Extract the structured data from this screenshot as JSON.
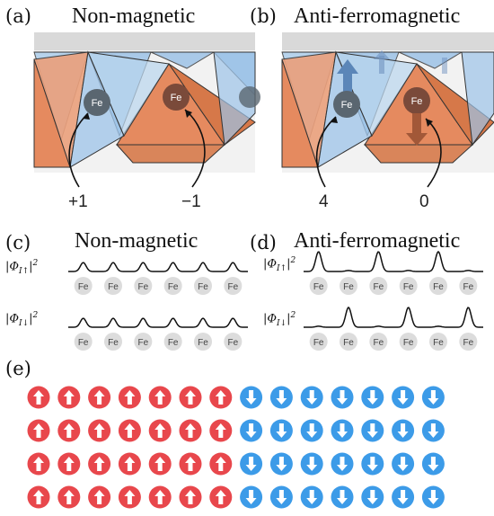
{
  "panels": {
    "a": {
      "label": "(a)",
      "title": "Non-magnetic",
      "fe_label": "Fe",
      "charges": [
        "+1",
        "−1"
      ]
    },
    "b": {
      "label": "(b)",
      "title": "Anti-ferromagnetic",
      "fe_label": "Fe",
      "charges": [
        "4",
        "0"
      ]
    },
    "c": {
      "label": "(c)",
      "title": "Non-magnetic"
    },
    "d": {
      "label": "(d)",
      "title": "Anti-ferromagnetic"
    },
    "e": {
      "label": "(e)"
    }
  },
  "wavefunction": {
    "up_label": "|Φ_I↑|²",
    "down_label": "|Φ_I↓|²",
    "atom_label": "Fe",
    "c_up_peaks": [
      0.45,
      0.45,
      0.45,
      0.45,
      0.45,
      0.45
    ],
    "c_down_peaks": [
      0.45,
      0.45,
      0.45,
      0.45,
      0.45,
      0.45
    ],
    "d_up_peaks": [
      1.0,
      0.05,
      1.0,
      0.05,
      1.0,
      0.05
    ],
    "d_down_peaks": [
      0.05,
      1.0,
      0.05,
      1.0,
      0.05,
      1.0
    ]
  },
  "spin_grid": {
    "rows": 4,
    "up_cols": 7,
    "down_cols": 7,
    "up_color": "#e8474c",
    "down_color": "#3c9be8"
  },
  "colors": {
    "orange_face": "#e8956e",
    "blue_face": "#9cc3e8",
    "fe_dark": "#5a6670",
    "fe_brown": "#7a4a3a",
    "arrow_blue": "#5b86b8",
    "arrow_brown": "#a25838",
    "fe_disc": "#dcdcdc"
  }
}
